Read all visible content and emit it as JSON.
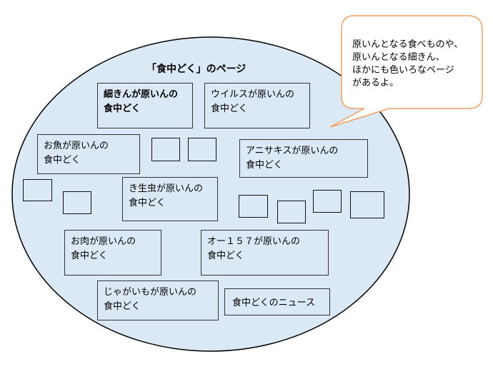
{
  "title": "「食中どく」のページ",
  "callout": {
    "lines": [
      "原いんとなる食べものや、",
      "原いんとなる細きん、",
      "ほかにも色いろなページ",
      "があるよ。"
    ]
  },
  "boxes": [
    {
      "line1": "細きんが原いんの",
      "line2": "食中どく"
    },
    {
      "line1": "ウイルスが原いんの",
      "line2": "食中どく"
    },
    {
      "line1": "お魚が原いんの",
      "line2": "食中どく"
    },
    {
      "line1": "アニサキスが原いんの",
      "line2": "食中どく"
    },
    {
      "line1": "き生虫が原いんの",
      "line2": "食中どく"
    },
    {
      "line1": "お肉が原いんの",
      "line2": "食中どく"
    },
    {
      "line1": "オー１５７が原いんの",
      "line2": "食中どく"
    },
    {
      "line1": "じゃがいもが原いんの",
      "line2": "食中どく"
    }
  ],
  "news": "食中どくのニュース",
  "colors": {
    "ellipse_fill": "#dbe8f5",
    "callout_border": "#f0a060"
  }
}
